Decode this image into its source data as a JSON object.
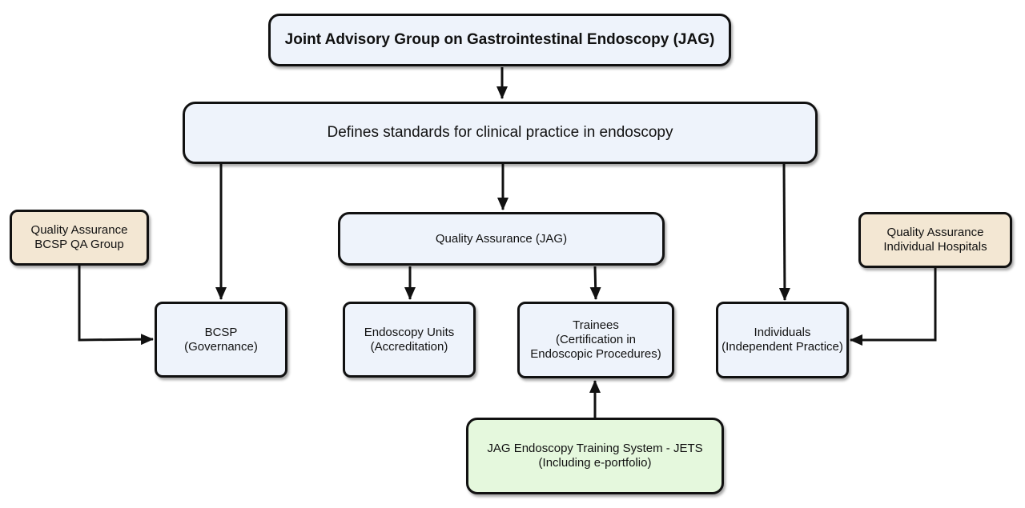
{
  "diagram": {
    "title": "Joint Advisory Group on Gastrointestinal Endoscopy (JAG)",
    "standards": "Defines standards for clinical practice in endoscopy",
    "qa_jag": "Quality Assurance (JAG)",
    "qa_bcsp": {
      "line1": "Quality Assurance",
      "line2": "BCSP QA Group"
    },
    "qa_hospitals": {
      "line1": "Quality Assurance",
      "line2": "Individual Hospitals"
    },
    "bcsp": {
      "line1": "BCSP",
      "line2": "(Governance)"
    },
    "units": {
      "line1": "Endoscopy Units",
      "line2": "(Accreditation)"
    },
    "trainees": {
      "line1": "Trainees",
      "line2": "(Certification in",
      "line3": "Endoscopic Procedures)"
    },
    "individuals": {
      "line1": "Individuals",
      "line2": "(Independent Practice)"
    },
    "jets": {
      "line1": "JAG Endoscopy Training System - JETS",
      "line2": "(Including e-portfolio)"
    }
  },
  "colors": {
    "blue_fill": "#eef3fb",
    "tan_fill": "#f3e7d3",
    "green_fill": "#e5f8dd",
    "stroke": "#111111"
  }
}
